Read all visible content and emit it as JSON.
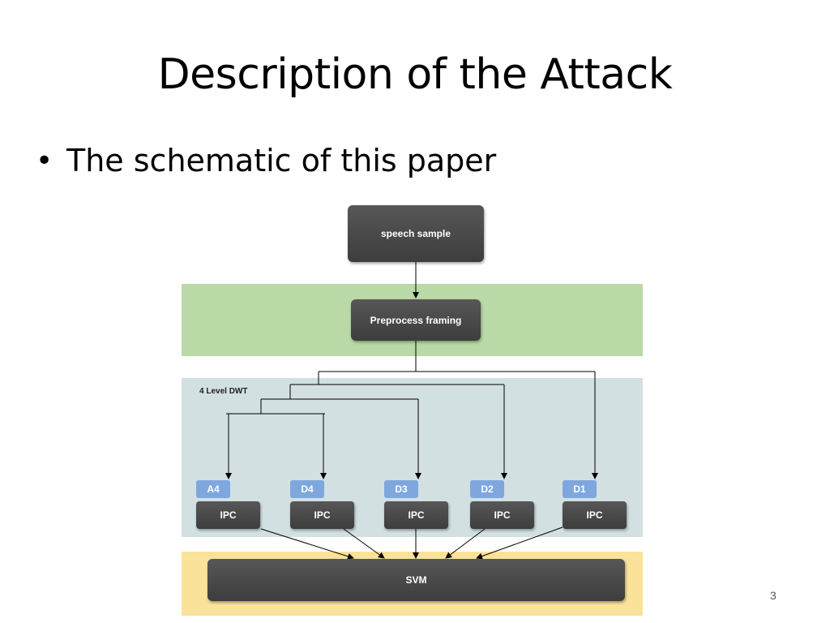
{
  "slide": {
    "title": "Description of the Attack",
    "bullet": "The schematic of this paper",
    "page_number": "3"
  },
  "diagram": {
    "speech_sample": "speech sample",
    "preprocess": "Preprocess framing",
    "dwt_label": "4 Level DWT",
    "coefficients": [
      "A4",
      "D4",
      "D3",
      "D2",
      "D1"
    ],
    "ipc_label": "IPC",
    "svm": "SVM",
    "colors": {
      "preprocess_band": "#b9d9a6",
      "dwt_band": "#d2e0e2",
      "classifier_band": "#fbe29a",
      "node": "#4a4a4a",
      "tag": "#7ea7de"
    }
  }
}
